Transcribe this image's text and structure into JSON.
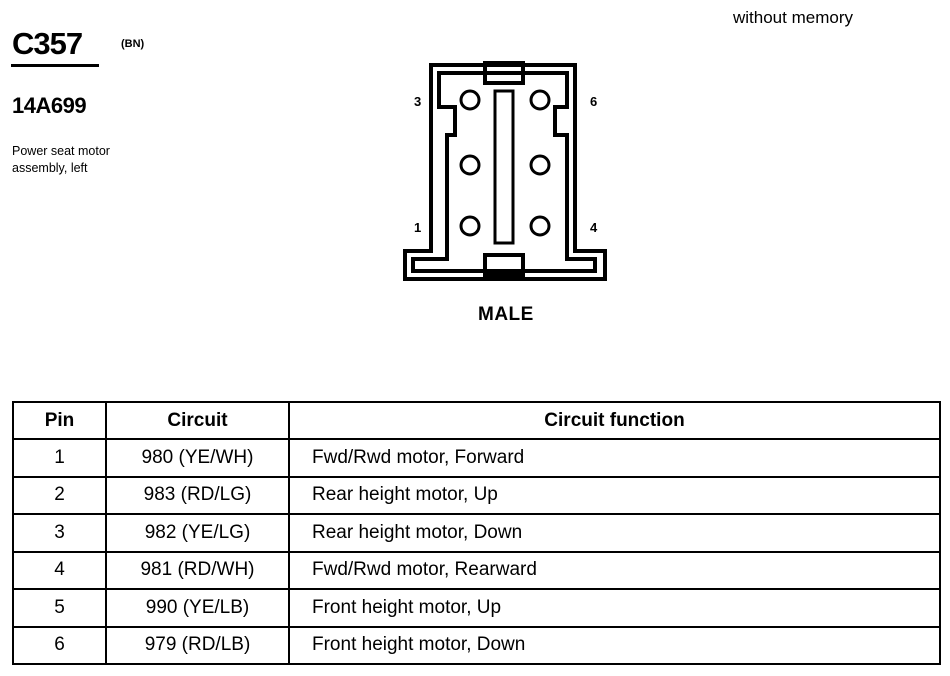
{
  "header": {
    "connector_id": "C357",
    "connector_color": "(BN)",
    "part_number": "14A699",
    "description_line1": "Power seat motor",
    "description_line2": "assembly, left",
    "variant_note": "without memory"
  },
  "connector": {
    "view_label": "MALE",
    "pin_labels": {
      "p3": "3",
      "p6": "6",
      "p1": "1",
      "p4": "4"
    }
  },
  "table": {
    "headers": [
      "Pin",
      "Circuit",
      "Circuit function"
    ],
    "rows": [
      {
        "pin": "1",
        "circuit": "980 (YE/WH)",
        "function": "Fwd/Rwd motor, Forward"
      },
      {
        "pin": "2",
        "circuit": "983 (RD/LG)",
        "function": "Rear height motor, Up"
      },
      {
        "pin": "3",
        "circuit": "982 (YE/LG)",
        "function": "Rear height motor, Down"
      },
      {
        "pin": "4",
        "circuit": "981 (RD/WH)",
        "function": "Fwd/Rwd motor, Rearward"
      },
      {
        "pin": "5",
        "circuit": "990 (YE/LB)",
        "function": "Front height motor, Up"
      },
      {
        "pin": "6",
        "circuit": "979 (RD/LB)",
        "function": "Front height motor, Down"
      }
    ]
  }
}
